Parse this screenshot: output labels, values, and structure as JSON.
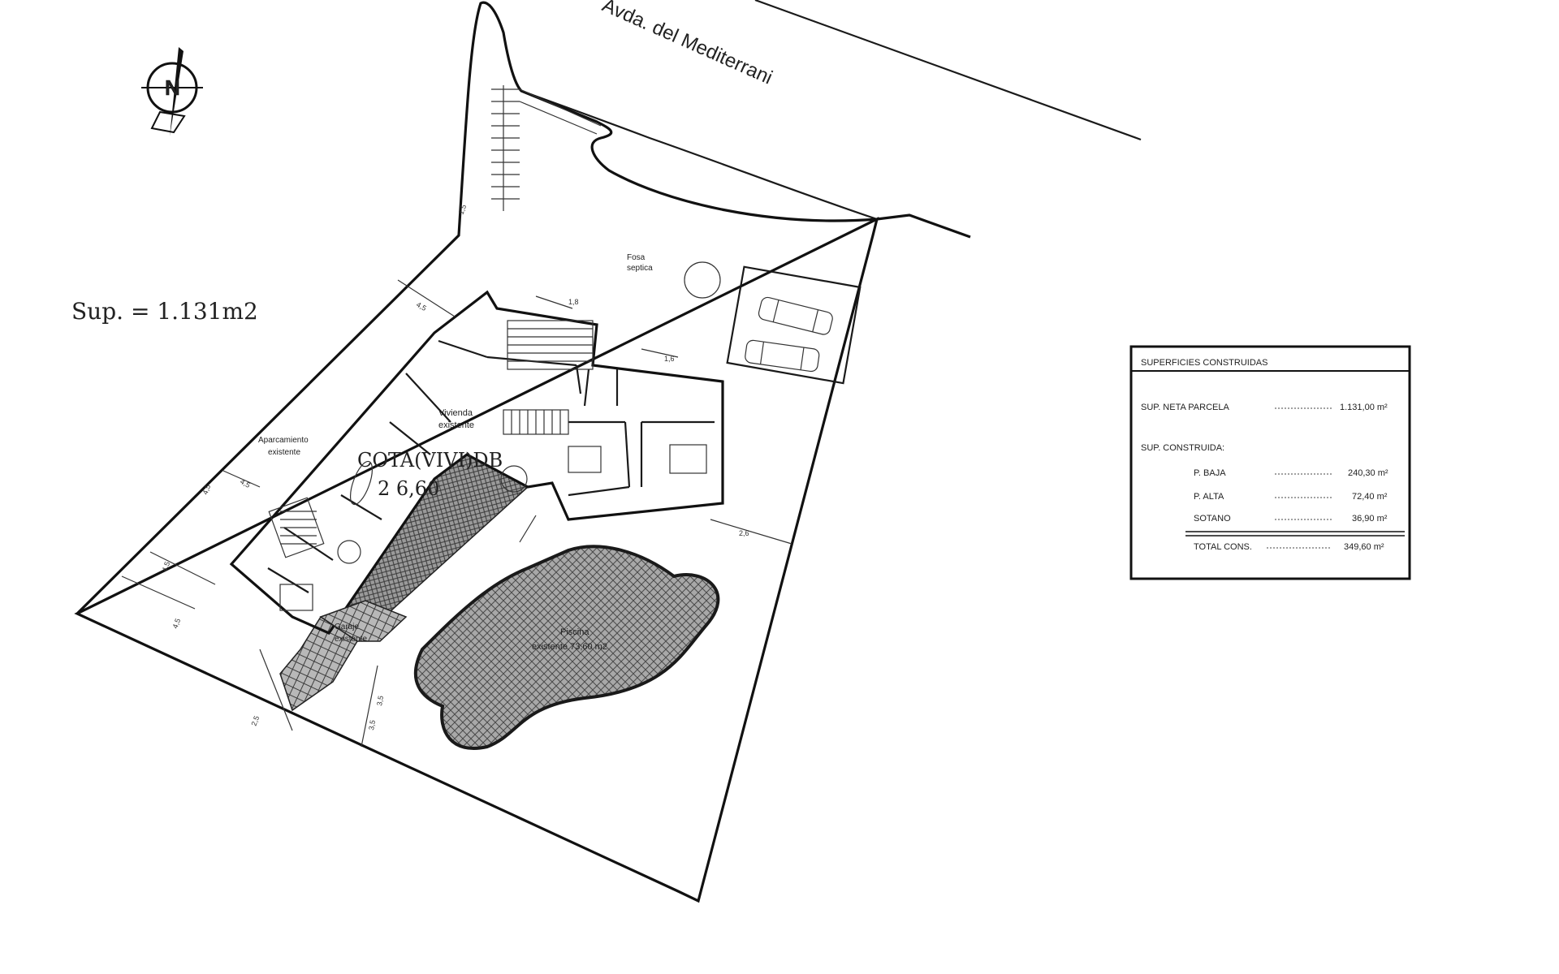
{
  "street_name": "Avda. del Mediterrani",
  "plot_area": "Sup. = 1.131m2",
  "north_label": "N",
  "labels": {
    "fosa_line1": "Fosa",
    "fosa_line2": "septica",
    "vivienda_line1": "Vivienda",
    "vivienda_line2": "existente",
    "aparcamiento_line1": "Aparcamiento",
    "aparcamiento_line2": "existente",
    "cota_line1": "COTA(VIVI)DB",
    "cota_line2": "2 6,60",
    "garaje_line1": "Garaje",
    "garaje_line2": "existente",
    "piscina_line1": "Piscina",
    "piscina_line2": "existente 73,60 m2"
  },
  "dimensions": [
    "4,5",
    "4,5",
    "1,5",
    "4,5",
    "4,5",
    "4,5",
    "2,5",
    "3,5",
    "3,5",
    "2,6",
    "1,6",
    "1,8"
  ],
  "table": {
    "title": "SUPERFICIES CONSTRUIDAS",
    "neta_label": "SUP. NETA PARCELA",
    "neta_value": "1.131,00 m²",
    "construida_label": "SUP. CONSTRUIDA:",
    "rows": [
      {
        "label": "P. BAJA",
        "value": "240,30 m²"
      },
      {
        "label": "P. ALTA",
        "value": "72,40 m²"
      },
      {
        "label": "SOTANO",
        "value": "36,90 m²"
      }
    ],
    "total_label": "TOTAL CONS.",
    "total_value": "349,60 m²"
  }
}
